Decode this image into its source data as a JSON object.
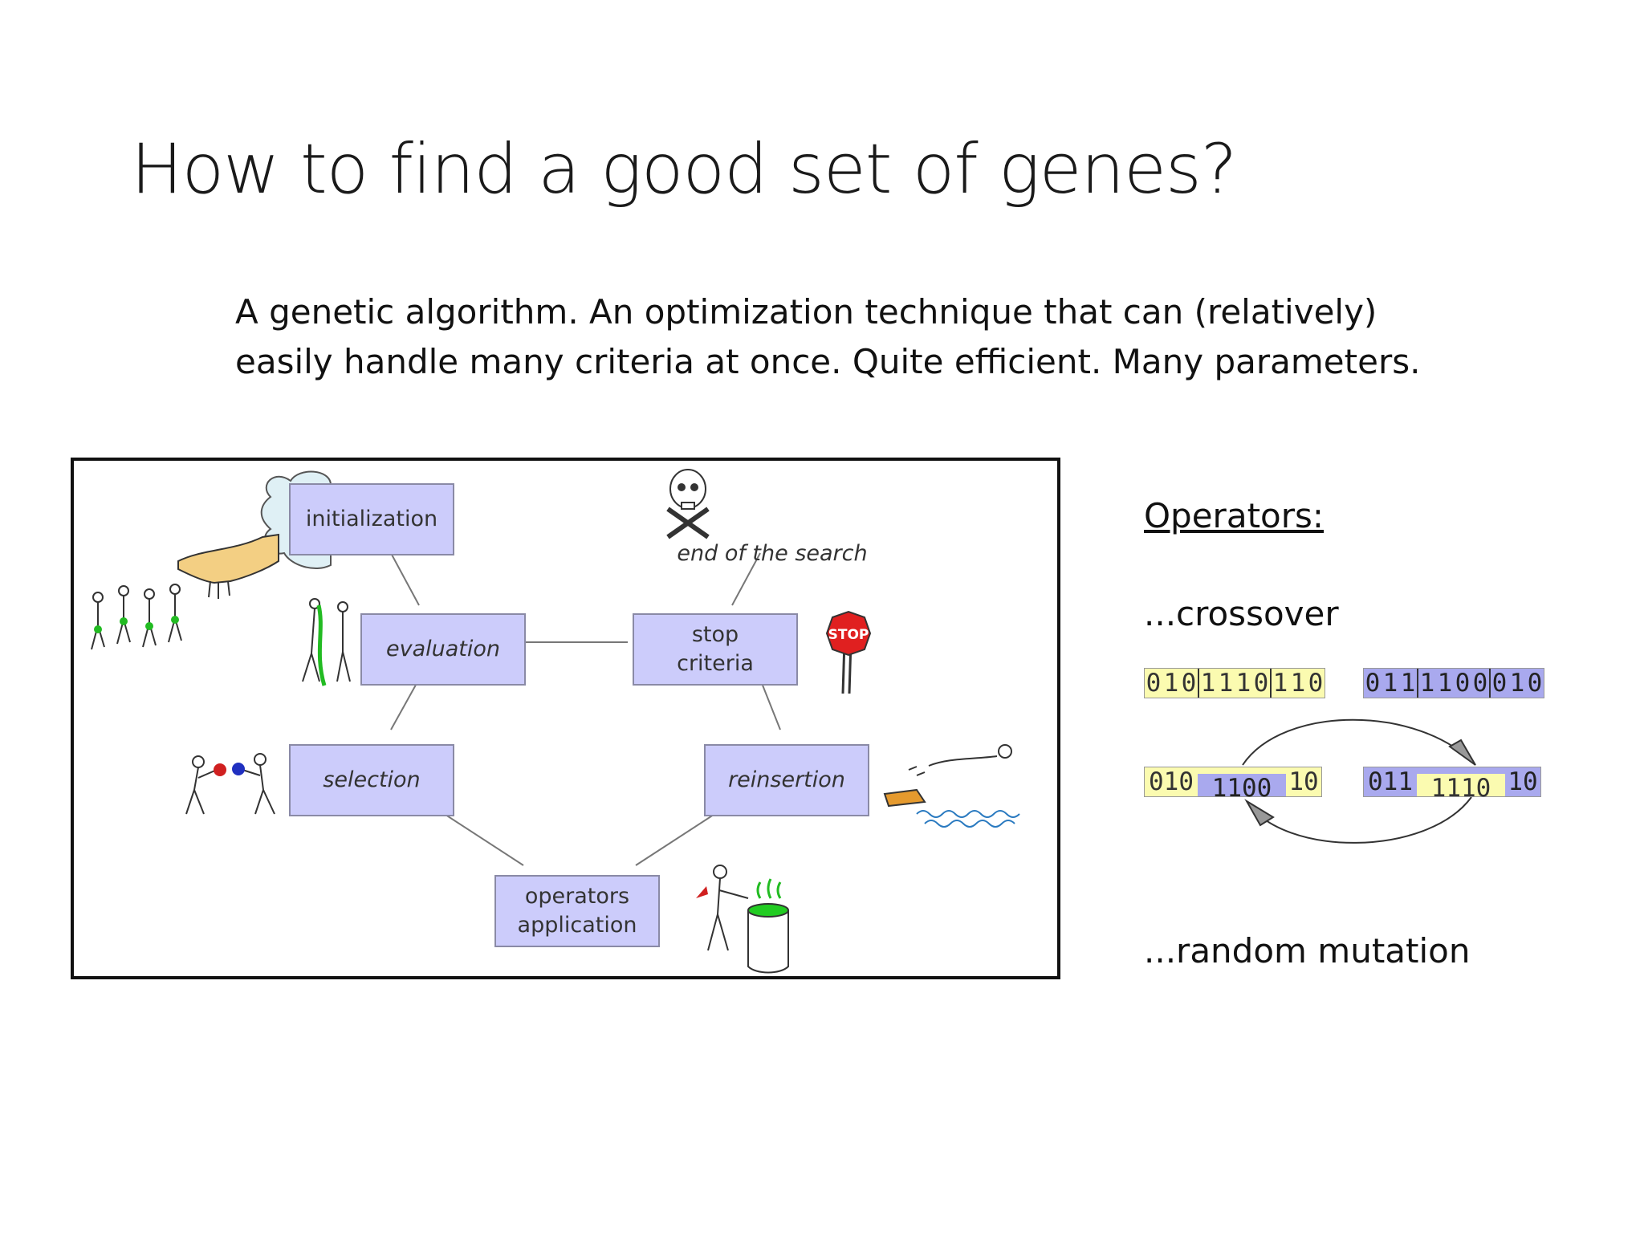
{
  "slide": {
    "title": "How to find a good set of genes?",
    "intro_line1": "A genetic algorithm. An optimization technique that can (relatively)",
    "intro_line2": "easily handle many criteria at once. Quite efficient. Many parameters."
  },
  "diagram": {
    "nodes": {
      "initialization": "initialization",
      "evaluation": "evaluation",
      "stop_criteria": "stop\ncriteria",
      "selection": "selection",
      "reinsertion": "reinsertion",
      "operators_application": "operators\napplication"
    },
    "end_label": "end of the search",
    "stop_sign_text": "STOP",
    "colors": {
      "node_fill": "#ccccfb",
      "node_border": "#8a8aa6",
      "accent_green": "#22bb22",
      "stop_red": "#e02020"
    }
  },
  "operators": {
    "heading": "Operators:",
    "crossover_label": "...crossover",
    "mutation_label": "...random mutation",
    "parent1": "0101110110",
    "parent2": "0111100010",
    "child1_left": "010",
    "child1_middle": "1100",
    "child1_right": "10",
    "child2_left": "011",
    "child2_middle": "1110",
    "child2_right": "10",
    "colors": {
      "yellow": "#fbfbb0",
      "blue": "#a9a9ee"
    }
  }
}
